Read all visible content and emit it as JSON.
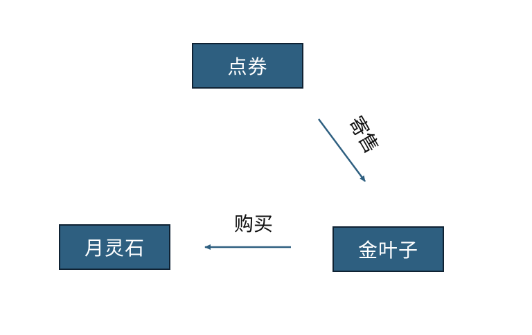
{
  "nodes": {
    "dianquan": "点券",
    "yuelingshi": "月灵石",
    "jinyezi": "金叶子"
  },
  "edges": {
    "jishou": "寄售",
    "goumai": "购买"
  },
  "colors": {
    "node_fill": "#2e5f80",
    "node_border": "#0f2233",
    "arrow": "#2e5f80",
    "text_on_node": "#ffffff",
    "label_text": "#111111"
  }
}
